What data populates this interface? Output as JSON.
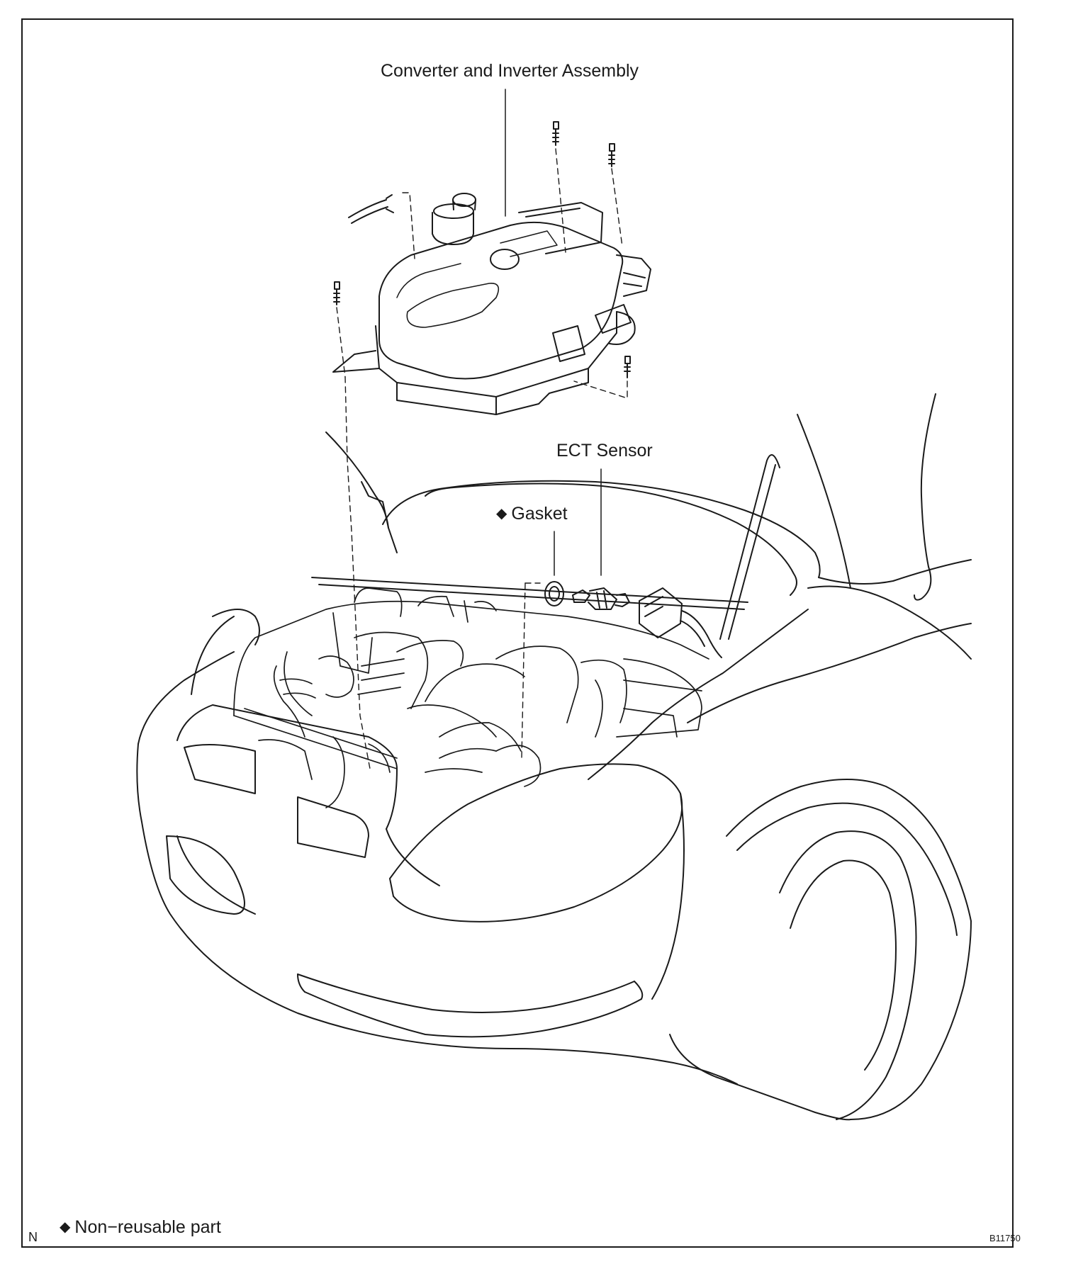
{
  "callouts": {
    "converter": "Converter and Inverter Assembly",
    "ect_sensor": "ECT Sensor",
    "gasket": "Gasket"
  },
  "legend": {
    "symbol": "◆",
    "text": "Non−reusable part"
  },
  "corner_letter": "N",
  "figure_code": "B11750"
}
